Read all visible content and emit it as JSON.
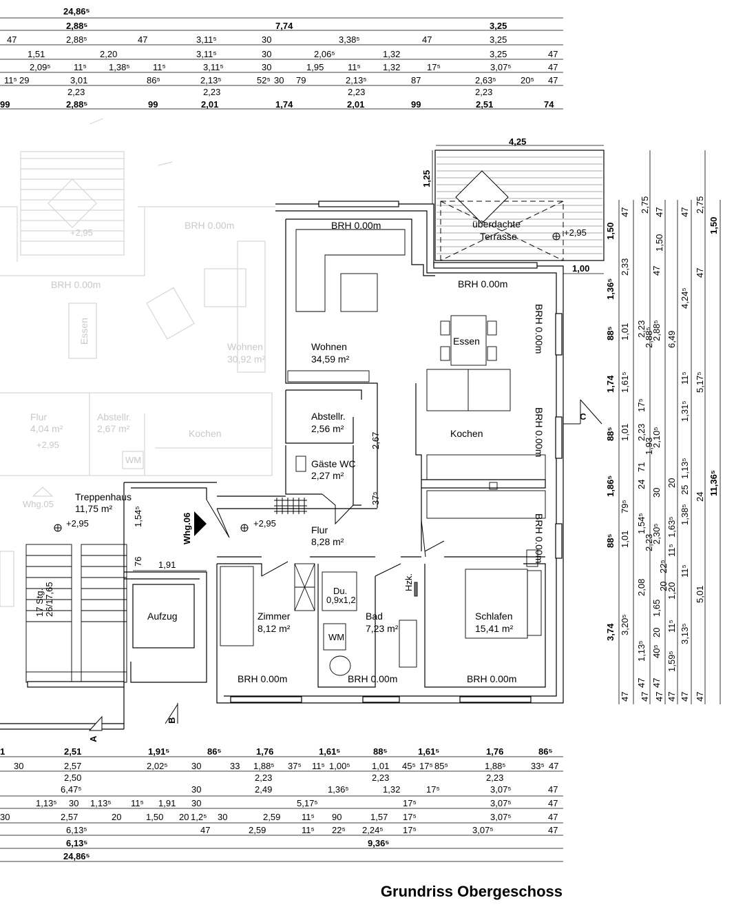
{
  "title": "Grundriss Obergeschoss",
  "rooms": {
    "wohnen": {
      "name": "Wohnen",
      "area": "34,59 m²"
    },
    "essen": {
      "name": "Essen"
    },
    "kochen": {
      "name": "Kochen"
    },
    "abstellr": {
      "name": "Abstellr.",
      "area": "2,56 m²"
    },
    "gaeste_wc": {
      "name": "Gäste WC",
      "area": "2,27 m²"
    },
    "flur": {
      "name": "Flur",
      "area": "8,28 m²"
    },
    "treppenhaus": {
      "name": "Treppenhaus",
      "area": "11,75 m²"
    },
    "aufzug": {
      "name": "Aufzug"
    },
    "zimmer": {
      "name": "Zimmer",
      "area": "8,12 m²"
    },
    "bad": {
      "name": "Bad",
      "area": "7,23 m²"
    },
    "schlafen": {
      "name": "Schlafen",
      "area": "15,41 m²"
    },
    "terrasse": {
      "line1": "überdachte",
      "line2": "Terrasse"
    }
  },
  "fixtures": {
    "dusche_label": "Du.",
    "dusche_size": "0,9x1,2",
    "wm": "WM",
    "hzk": "Hzk."
  },
  "brh": "BRH 0.00m",
  "levels": {
    "main": "+2,95"
  },
  "unit_label": "Whg.06",
  "section_labels": {
    "a": "A",
    "b": "B",
    "c": "C"
  },
  "stairs": {
    "steps": "17 Stg.",
    "ratio": "26/17,65"
  },
  "ghost": {
    "brh": "BRH 0.00m",
    "essen": "Essen",
    "wohnen": "Wohnen",
    "wohnen_area": "30,92 m²",
    "flur": "Flur",
    "flur_area": "4,04 m²",
    "abstellr": "Abstellr.",
    "abstellr_area": "2,67 m²",
    "kochen": "Kochen",
    "wm": "WM",
    "whg05": "Whg.05",
    "level": "+2,95"
  },
  "dims": {
    "top_row1": [
      "24,86⁵"
    ],
    "top_row2": [
      "2,88⁵",
      "7,74",
      "3,25"
    ],
    "top_row3": [
      "47",
      "2,88⁵",
      "47",
      "3,11⁵",
      "30",
      "3,38⁵",
      "47",
      "3,25"
    ],
    "top_row4": [
      "1,51",
      "2,20",
      "3,11⁵",
      "30",
      "2,06⁵",
      "1,32",
      "3,25",
      "47"
    ],
    "top_row5": [
      "2,09⁵",
      "11⁵",
      "1,38⁵",
      "11⁵",
      "3,11⁵",
      "30",
      "1,95",
      "11⁵",
      "1,32",
      "17⁵",
      "3,07⁵",
      "47"
    ],
    "top_row6": [
      "11⁵",
      "29",
      "3,01",
      "86⁵",
      "2,13⁵",
      "52⁵",
      "30",
      "79",
      "2,13⁵",
      "87",
      "2,63⁵",
      "20⁵",
      "47"
    ],
    "top_row6b": [
      "2,23",
      "2,23",
      "2,23",
      "2,23"
    ],
    "top_row7": [
      "99",
      "2,88⁵",
      "99",
      "2,01",
      "1,74",
      "2,01",
      "99",
      "2,51",
      "74"
    ],
    "terrace_w": "4,25",
    "terrace_d": "1,25",
    "terrace_off": "1,00",
    "room_267": "2,67",
    "room_375": "37⁵",
    "stair_154": "1,54⁵",
    "stair_76": "76",
    "stair_191": "1,91",
    "bot_row1": [
      "1",
      "2,51",
      "1,91⁵",
      "86⁵",
      "1,76",
      "1,61⁵",
      "88⁵",
      "1,61⁵",
      "1,76",
      "86⁵"
    ],
    "bot_row2": [
      "30",
      "2,57",
      "2,02⁵",
      "30",
      "33",
      "1,88⁵",
      "37⁵",
      "11⁵",
      "1,00⁵",
      "1,01",
      "45⁵",
      "17⁵",
      "85⁵",
      "1,88⁵",
      "33⁵",
      "47"
    ],
    "bot_row2b": [
      "2,50",
      "2,23",
      "2,23",
      "2,23"
    ],
    "bot_row3": [
      "6,47⁵",
      "30",
      "2,49",
      "1,36⁵",
      "1,32",
      "17⁵",
      "3,07⁵",
      "47"
    ],
    "bot_row4": [
      "1,13⁵",
      "30",
      "1,13⁵",
      "11⁵",
      "1,91",
      "30",
      "5,17⁵",
      "17⁵",
      "3,07⁵",
      "47"
    ],
    "bot_row5": [
      "30",
      "2,57",
      "20",
      "1,50",
      "20",
      "1,2⁵",
      "30",
      "2,59",
      "11⁵",
      "90",
      "1,57",
      "17⁵",
      "3,07⁵",
      "47"
    ],
    "bot_row6": [
      "6,13⁵",
      "47",
      "2,59",
      "11⁵",
      "22⁵",
      "2,24⁵",
      "17⁵",
      "3,07⁵",
      "47"
    ],
    "bot_row7": [
      "6,13⁵",
      "9,36⁵"
    ],
    "bot_row8": [
      "24,86⁵"
    ],
    "right_c1": [
      "1,50",
      "1,36⁵",
      "88⁵",
      "1,74",
      "88⁵",
      "1,86⁵",
      "88⁵",
      "3,74"
    ],
    "right_c2": [
      "47",
      "2,33",
      "1,01",
      "1,61⁵",
      "1,01",
      "79⁵",
      "1,01",
      "3,20⁵",
      "47"
    ],
    "right_c3": [
      "2,23",
      "2,88⁵",
      "17⁵",
      "2,23",
      "1,93",
      "71",
      "24",
      "1,54⁵",
      "2,23",
      "2,08",
      "1,13⁵",
      "47"
    ],
    "right_c4": [
      "47",
      "2,88⁵",
      "2,10⁵",
      "30",
      "2,30⁵",
      "1,65",
      "20",
      "40⁵",
      "47"
    ],
    "right_c5": [
      "2,75",
      "1,50",
      "6,49",
      "1,63⁵",
      "22⁵",
      "20",
      "1,59⁵",
      "47"
    ],
    "right_c6": [
      "47",
      "47",
      "1,31⁵",
      "20",
      "11⁵",
      "1,20",
      "11⁵",
      "47"
    ],
    "right_c7": [
      "47",
      "4,24⁵",
      "11⁵",
      "1,13⁵",
      "25",
      "1,38⁵",
      "11⁵",
      "3,13⁵",
      "47"
    ],
    "right_c8": [
      "2,75",
      "47",
      "5,17⁵",
      "24",
      "5,01",
      "47"
    ],
    "right_c9": [
      "1,50",
      "11,36⁵"
    ]
  }
}
